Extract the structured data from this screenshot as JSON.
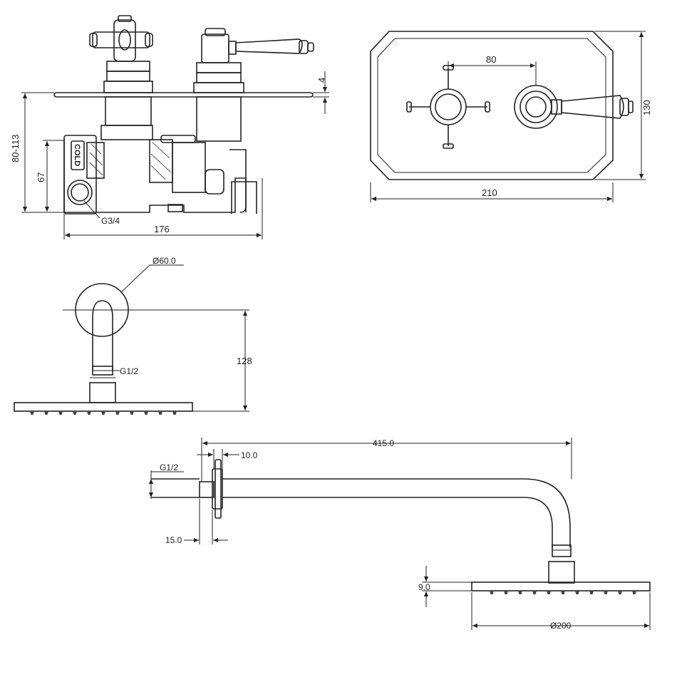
{
  "valve_front": {
    "height_range": "80-113",
    "inlet_height": "67",
    "depth": "176",
    "inlet_thread": "G3/4",
    "plate_thickness": "4",
    "cold_label": "COLD"
  },
  "faceplate": {
    "handle_spacing": "80",
    "width": "210",
    "height": "130"
  },
  "ceiling_arm": {
    "flange_diameter": "Ø60.0",
    "thread": "G1/2",
    "drop_height": "128"
  },
  "wall_arm": {
    "projection": "415.0",
    "flange_thickness": "10.0",
    "thread": "G1/2",
    "tail_length": "15.0",
    "head_thickness": "9.0",
    "head_diameter": "Ø200"
  },
  "colors": {
    "line": "#222222",
    "background": "#ffffff"
  }
}
